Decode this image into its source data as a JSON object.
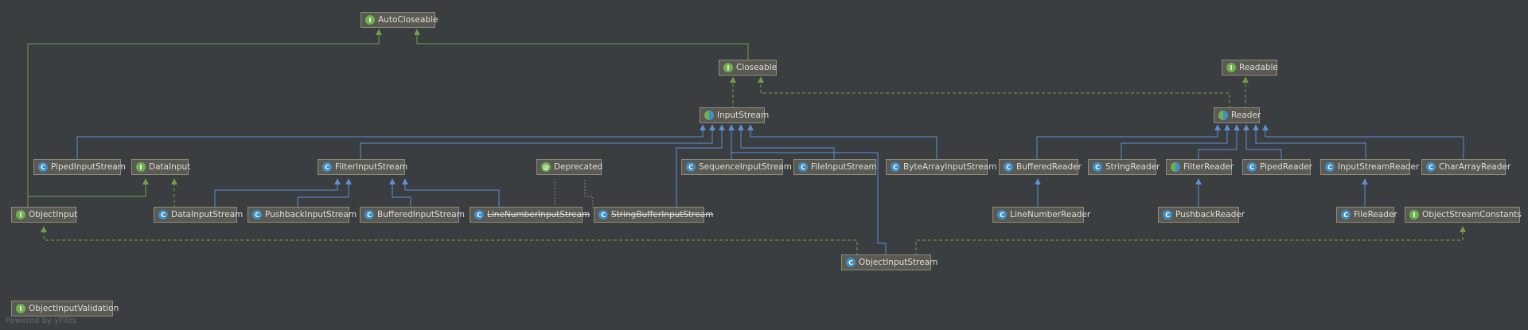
{
  "nodes": [
    {
      "id": "autocloseable",
      "label": "AutoCloseable",
      "kind": "interface"
    },
    {
      "id": "closeable",
      "label": "Closeable",
      "kind": "interface"
    },
    {
      "id": "readable",
      "label": "Readable",
      "kind": "interface"
    },
    {
      "id": "inputstream",
      "label": "InputStream",
      "kind": "abstract"
    },
    {
      "id": "reader",
      "label": "Reader",
      "kind": "abstract"
    },
    {
      "id": "pipedinputstream",
      "label": "PipedInputStream",
      "kind": "class"
    },
    {
      "id": "datainput",
      "label": "DataInput",
      "kind": "interface"
    },
    {
      "id": "filterinputstream",
      "label": "FilterInputStream",
      "kind": "class"
    },
    {
      "id": "deprecated",
      "label": "Deprecated",
      "kind": "annotation"
    },
    {
      "id": "sequenceinputstream",
      "label": "SequenceInputStream",
      "kind": "class"
    },
    {
      "id": "fileinputstream",
      "label": "FileInputStream",
      "kind": "class"
    },
    {
      "id": "bytearrayinputstream",
      "label": "ByteArrayInputStream",
      "kind": "class"
    },
    {
      "id": "bufferedreader",
      "label": "BufferedReader",
      "kind": "class"
    },
    {
      "id": "stringreader",
      "label": "StringReader",
      "kind": "class"
    },
    {
      "id": "filterreader",
      "label": "FilterReader",
      "kind": "abstract"
    },
    {
      "id": "pipedreader",
      "label": "PipedReader",
      "kind": "class"
    },
    {
      "id": "inputstreamreader",
      "label": "InputStreamReader",
      "kind": "class"
    },
    {
      "id": "chararrayreader",
      "label": "CharArrayReader",
      "kind": "class"
    },
    {
      "id": "objectinput",
      "label": "ObjectInput",
      "kind": "interface"
    },
    {
      "id": "datainputstream",
      "label": "DataInputStream",
      "kind": "class"
    },
    {
      "id": "pushbackinputstream",
      "label": "PushbackInputStream",
      "kind": "class"
    },
    {
      "id": "bufferedinputstream",
      "label": "BufferedInputStream",
      "kind": "class"
    },
    {
      "id": "linenumberinputstream",
      "label": "LineNumberInputStream",
      "kind": "class",
      "deprecated": true
    },
    {
      "id": "stringbufferinputstream",
      "label": "StringBufferInputStream",
      "kind": "class",
      "deprecated": true
    },
    {
      "id": "linenumberreader",
      "label": "LineNumberReader",
      "kind": "class"
    },
    {
      "id": "pushbackreader",
      "label": "PushbackReader",
      "kind": "class"
    },
    {
      "id": "filereader",
      "label": "FileReader",
      "kind": "class"
    },
    {
      "id": "objectstreamconstants",
      "label": "ObjectStreamConstants",
      "kind": "interface"
    },
    {
      "id": "objectinputstream",
      "label": "ObjectInputStream",
      "kind": "class"
    },
    {
      "id": "objectinputvalidation",
      "label": "ObjectInputValidation",
      "kind": "interface"
    }
  ],
  "edge_colors": {
    "extends": "#5b8fd6",
    "implements": "#6f9f4a",
    "annotation": "#8a8a5a"
  },
  "footer": "Powered by yFiles"
}
